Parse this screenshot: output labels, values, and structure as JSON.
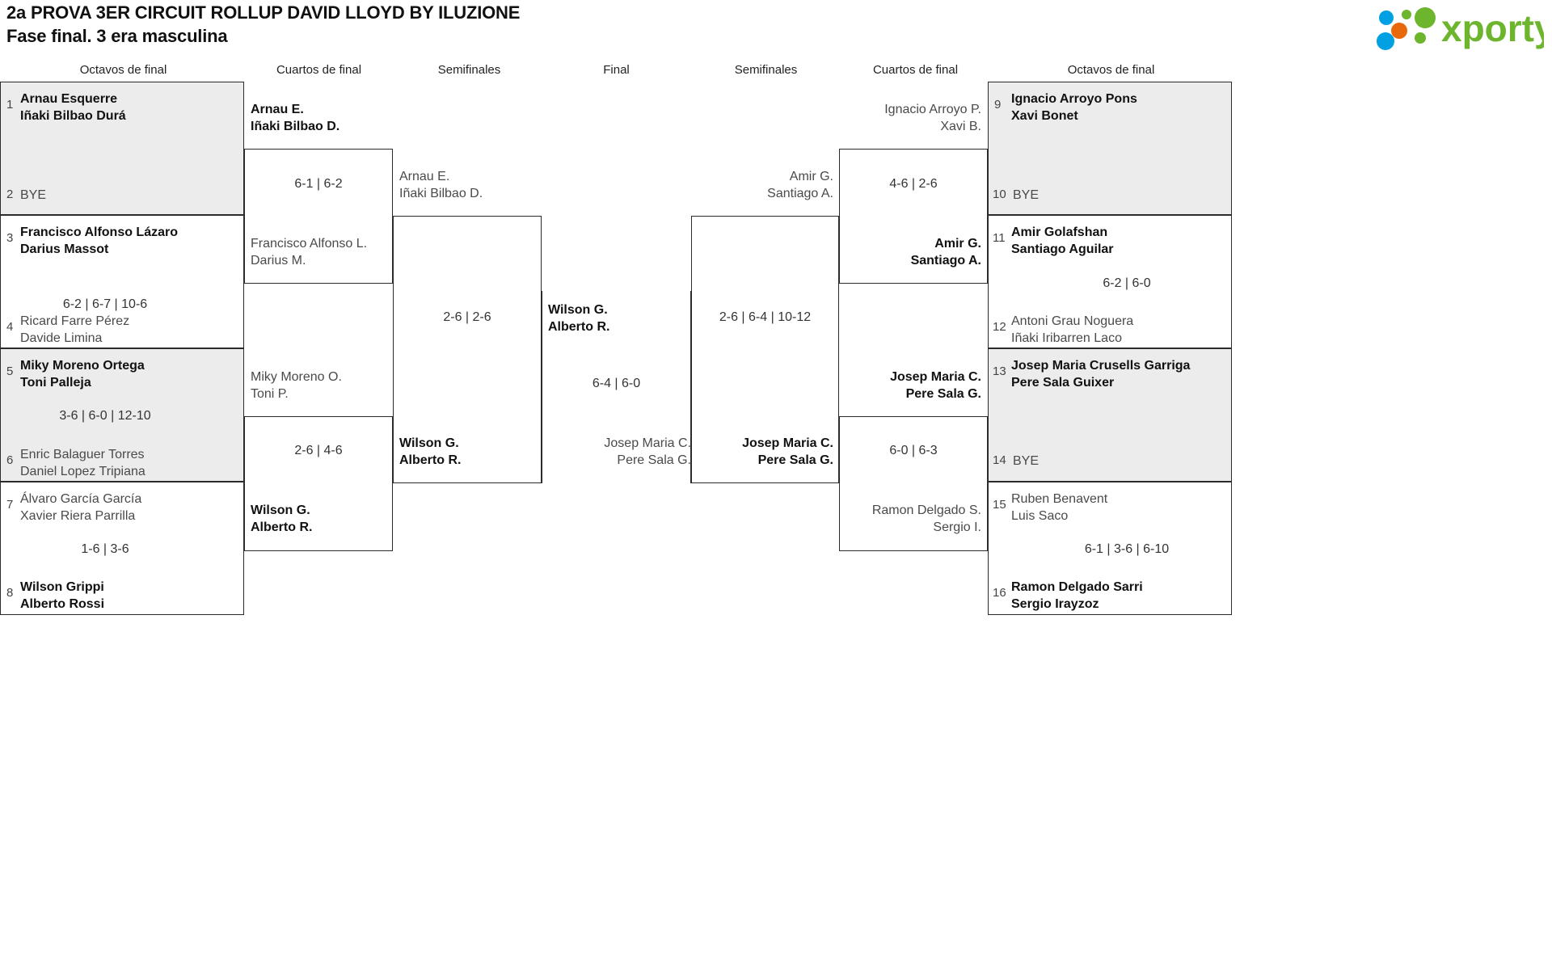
{
  "header": {
    "title_line1": "2a PROVA 3ER CIRCUIT ROLLUP DAVID LLOYD BY ILUZIONE",
    "title_line2": "Fase final. 3 era masculina",
    "logo_text": "xporty",
    "logo_colors": {
      "green": "#6cb52d",
      "blue": "#00a0e3",
      "orange": "#e8690b"
    }
  },
  "round_headers": {
    "left_r16": "Octavos de final",
    "left_qf": "Cuartos de final",
    "left_sf": "Semifinales",
    "final": "Final",
    "right_sf": "Semifinales",
    "right_qf": "Cuartos de final",
    "right_r16": "Octavos de final"
  },
  "left_r16": [
    {
      "seed_top": "1",
      "top_p1": "Arnau Esquerre",
      "top_p2": "Iñaki Bilbao Durá",
      "top_result": "win",
      "seed_bottom": "2",
      "bottom_p1": "BYE",
      "bottom_p2": "",
      "bottom_result": "bye",
      "score": "",
      "shaded": true
    },
    {
      "seed_top": "3",
      "top_p1": "Francisco Alfonso Lázaro",
      "top_p2": "Darius Massot",
      "top_result": "win",
      "seed_bottom": "4",
      "bottom_p1": "Ricard Farre Pérez",
      "bottom_p2": "Davide Limina",
      "bottom_result": "lose",
      "score": "6-2 | 6-7 | 10-6",
      "shaded": false
    },
    {
      "seed_top": "5",
      "top_p1": "Miky Moreno Ortega",
      "top_p2": "Toni Palleja",
      "top_result": "win",
      "seed_bottom": "6",
      "bottom_p1": "Enric Balaguer Torres",
      "bottom_p2": "Daniel Lopez Tripiana",
      "bottom_result": "lose",
      "score": "3-6 | 6-0 | 12-10",
      "shaded": true
    },
    {
      "seed_top": "7",
      "top_p1": "Álvaro García García",
      "top_p2": "Xavier Riera Parrilla",
      "top_result": "lose",
      "seed_bottom": "8",
      "bottom_p1": "Wilson Grippi",
      "bottom_p2": "Alberto Rossi",
      "bottom_result": "win",
      "score": "1-6 | 3-6",
      "shaded": false
    }
  ],
  "left_qf": [
    {
      "top_p1": "Arnau E.",
      "top_p2": "Iñaki Bilbao D.",
      "top_result": "win",
      "bottom_p1": "Francisco Alfonso L.",
      "bottom_p2": "Darius M.",
      "bottom_result": "lose",
      "score": "6-1 | 6-2"
    },
    {
      "top_p1": "Miky Moreno O.",
      "top_p2": "Toni P.",
      "top_result": "lose",
      "bottom_p1": "Wilson G.",
      "bottom_p2": "Alberto R.",
      "bottom_result": "win",
      "score": "2-6 | 4-6"
    }
  ],
  "left_sf": [
    {
      "top_p1": "Arnau E.",
      "top_p2": "Iñaki Bilbao D.",
      "top_result": "lose",
      "bottom_p1": "Wilson G.",
      "bottom_p2": "Alberto R.",
      "bottom_result": "win",
      "score": "2-6 | 2-6"
    }
  ],
  "final": {
    "top_p1": "Wilson G.",
    "top_p2": "Alberto R.",
    "top_result": "win",
    "bottom_p1": "Josep Maria C.",
    "bottom_p2": "Pere Sala G.",
    "bottom_result": "lose",
    "score": "6-4 | 6-0"
  },
  "right_sf": [
    {
      "top_p1": "Amir G.",
      "top_p2": "Santiago A.",
      "top_result": "lose",
      "bottom_p1": "Josep Maria C.",
      "bottom_p2": "Pere Sala G.",
      "bottom_result": "win",
      "score": "2-6 | 6-4 | 10-12"
    }
  ],
  "right_qf": [
    {
      "top_p1": "Ignacio Arroyo P.",
      "top_p2": "Xavi B.",
      "top_result": "lose",
      "bottom_p1": "Amir G.",
      "bottom_p2": "Santiago A.",
      "bottom_result": "win",
      "score": "4-6 | 2-6"
    },
    {
      "top_p1": "Josep Maria C.",
      "top_p2": "Pere Sala G.",
      "top_result": "win",
      "bottom_p1": "Ramon Delgado S.",
      "bottom_p2": "Sergio I.",
      "bottom_result": "lose",
      "score": "6-0 | 6-3"
    }
  ],
  "right_r16": [
    {
      "seed_top": "9",
      "top_p1": "Ignacio Arroyo Pons",
      "top_p2": "Xavi Bonet",
      "top_result": "win",
      "seed_bottom": "10",
      "bottom_p1": "BYE",
      "bottom_p2": "",
      "bottom_result": "bye",
      "score": "",
      "shaded": true
    },
    {
      "seed_top": "11",
      "top_p1": "Amir Golafshan",
      "top_p2": "Santiago Aguilar",
      "top_result": "win",
      "seed_bottom": "12",
      "bottom_p1": "Antoni Grau Noguera",
      "bottom_p2": "Iñaki Iribarren Laco",
      "bottom_result": "lose",
      "score": "6-2 | 6-0",
      "shaded": false
    },
    {
      "seed_top": "13",
      "top_p1": "Josep Maria Crusells Garriga",
      "top_p2": "Pere Sala Guixer",
      "top_result": "win",
      "seed_bottom": "14",
      "bottom_p1": "BYE",
      "bottom_p2": "",
      "bottom_result": "bye",
      "score": "",
      "shaded": true
    },
    {
      "seed_top": "15",
      "top_p1": "Ruben Benavent",
      "top_p2": "Luis Saco",
      "top_result": "lose",
      "seed_bottom": "16",
      "bottom_p1": "Ramon Delgado Sarri",
      "bottom_p2": "Sergio Irayzoz",
      "bottom_result": "win",
      "score": "6-1 | 3-6 | 6-10",
      "shaded": false
    }
  ]
}
